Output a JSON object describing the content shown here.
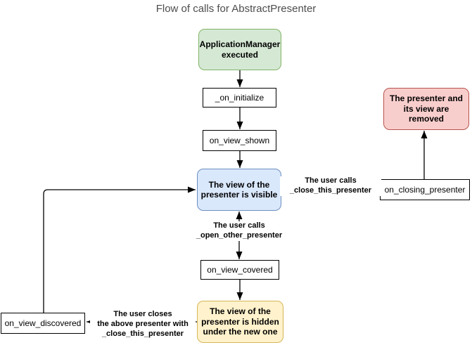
{
  "title": "Flow of calls for AbstractPresenter",
  "nodes": {
    "application_manager": {
      "label": "ApplicationManager\nexecuted"
    },
    "on_initialize": {
      "label": "_on_initialize"
    },
    "on_view_shown": {
      "label": "on_view_shown"
    },
    "view_visible": {
      "label": "The view of the\npresenter is visible"
    },
    "presenter_removed": {
      "label": "The presenter and\nits view are\nremoved"
    },
    "on_closing_presenter": {
      "label": "on_closing_presenter"
    },
    "on_view_covered": {
      "label": "on_view_covered"
    },
    "view_hidden": {
      "label": "The view of the\npresenter is hidden\nunder the new one"
    },
    "on_view_discovered": {
      "label": "on_view_discovered"
    }
  },
  "edge_labels": {
    "close_this": "The user calls\n_close_this_presenter",
    "open_other": "The user calls\n_open_other_presenter",
    "user_closes_above": "The user closes\nthe above presenter with\n_close_this_presenter"
  },
  "colors": {
    "green_fill": "#d5e8d4",
    "green_border": "#82b366",
    "blue_fill": "#dae8fc",
    "blue_border": "#6c8ebf",
    "red_fill": "#f8cecc",
    "red_border": "#b85450",
    "yellow_fill": "#fff2cc",
    "yellow_border": "#d6b656",
    "line": "#000000",
    "title_text": "#4d4d4d"
  }
}
